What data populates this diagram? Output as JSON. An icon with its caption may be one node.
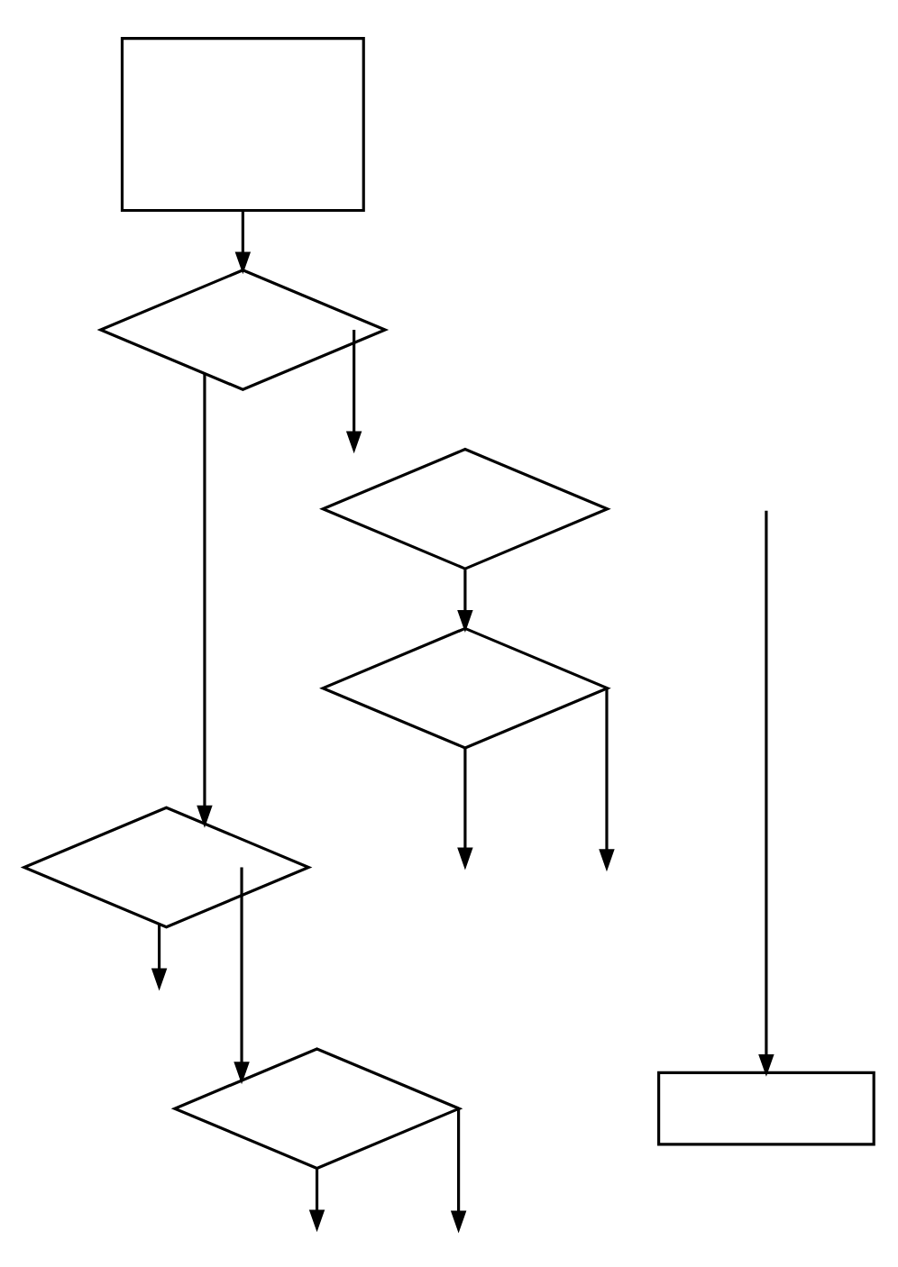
{
  "diagram": {
    "nodes": [
      {
        "text": [],
        "shape": "box"
      },
      {
        "text": [],
        "shape": "diamond"
      },
      {
        "text": [],
        "shape": "diamond"
      },
      {
        "text": [],
        "shape": "diamond"
      },
      {
        "text": [],
        "shape": "diamond"
      },
      {
        "text": [],
        "shape": "diamond"
      },
      {
        "text": [],
        "shape": "box"
      }
    ],
    "edges": [
      {
        "from": 0,
        "to": 1,
        "arrow": "to"
      },
      {
        "from": 1,
        "to": 2,
        "arrow": "to"
      },
      {
        "from": 1,
        "to": 4,
        "arrow": "to"
      },
      {
        "from": 2,
        "to": 3,
        "arrow": "to"
      },
      {
        "from": 3,
        "to": null,
        "arrow": "to"
      },
      {
        "from": 3,
        "to": null,
        "arrow": "to"
      },
      {
        "from": 4,
        "to": null,
        "arrow": "to"
      },
      {
        "from": 4,
        "to": 5,
        "arrow": "to"
      },
      {
        "from": 5,
        "to": null,
        "arrow": "to"
      },
      {
        "from": 5,
        "to": null,
        "arrow": "to"
      },
      {
        "from": null,
        "to": 6,
        "arrow": "to"
      }
    ]
  }
}
